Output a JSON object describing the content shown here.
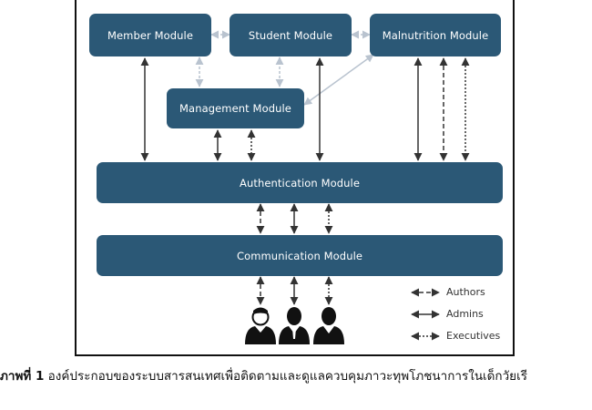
{
  "modules": {
    "member": "Member Module",
    "student": "Student Module",
    "malnutrition": "Malnutrition Module",
    "management": "Management Module",
    "authentication": "Authentication Module",
    "communication": "Communication Module"
  },
  "legend": {
    "authors": "Authors",
    "admins": "Admins",
    "executives": "Executives"
  },
  "caption": {
    "label": "ภาพที่ 1",
    "text": " องค์ประกอบของระบบสารสนเทศเพื่อติดตามและดูแลควบคุมภาวะทุพโภชนาการในเด็กวัยเรี"
  },
  "colors": {
    "module_fill": "#2b5876",
    "module_text": "#ffffff",
    "arrow": "#333333",
    "light_arrow": "#b9c3cf"
  },
  "icons": [
    "user-icon",
    "user-icon",
    "user-icon"
  ]
}
